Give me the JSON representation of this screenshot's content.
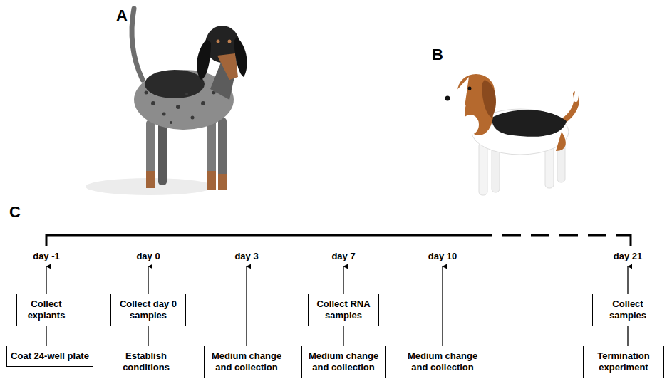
{
  "diagram": {
    "nodes": [
      {
        "text": [
          "Collect explants"
        ]
      },
      {
        "text": [
          "Collect day 0 samples"
        ]
      },
      {
        "text": [
          "Collect RNA samples"
        ]
      },
      {
        "text": [
          "Collect samples"
        ]
      },
      {
        "text": [
          "Coat 24-well plate"
        ]
      },
      {
        "text": [
          "Establish conditions"
        ]
      },
      {
        "text": [
          "Medium change and collection"
        ]
      },
      {
        "text": [
          "Medium change and collection"
        ]
      },
      {
        "text": [
          "Medium change and collection"
        ]
      },
      {
        "text": [
          "Termination experiment"
        ]
      }
    ],
    "edges": [
      {
        "from": 4,
        "to": 0,
        "arrow": "none"
      },
      {
        "from": 5,
        "to": 1,
        "arrow": "none"
      },
      {
        "from": 7,
        "to": 2,
        "arrow": "none"
      },
      {
        "from": 9,
        "to": 3,
        "arrow": "none"
      }
    ],
    "labels": [
      "A",
      "B",
      "C",
      "day -1",
      "day 0",
      "day 3",
      "day 7",
      "day 10",
      "day 21"
    ]
  }
}
